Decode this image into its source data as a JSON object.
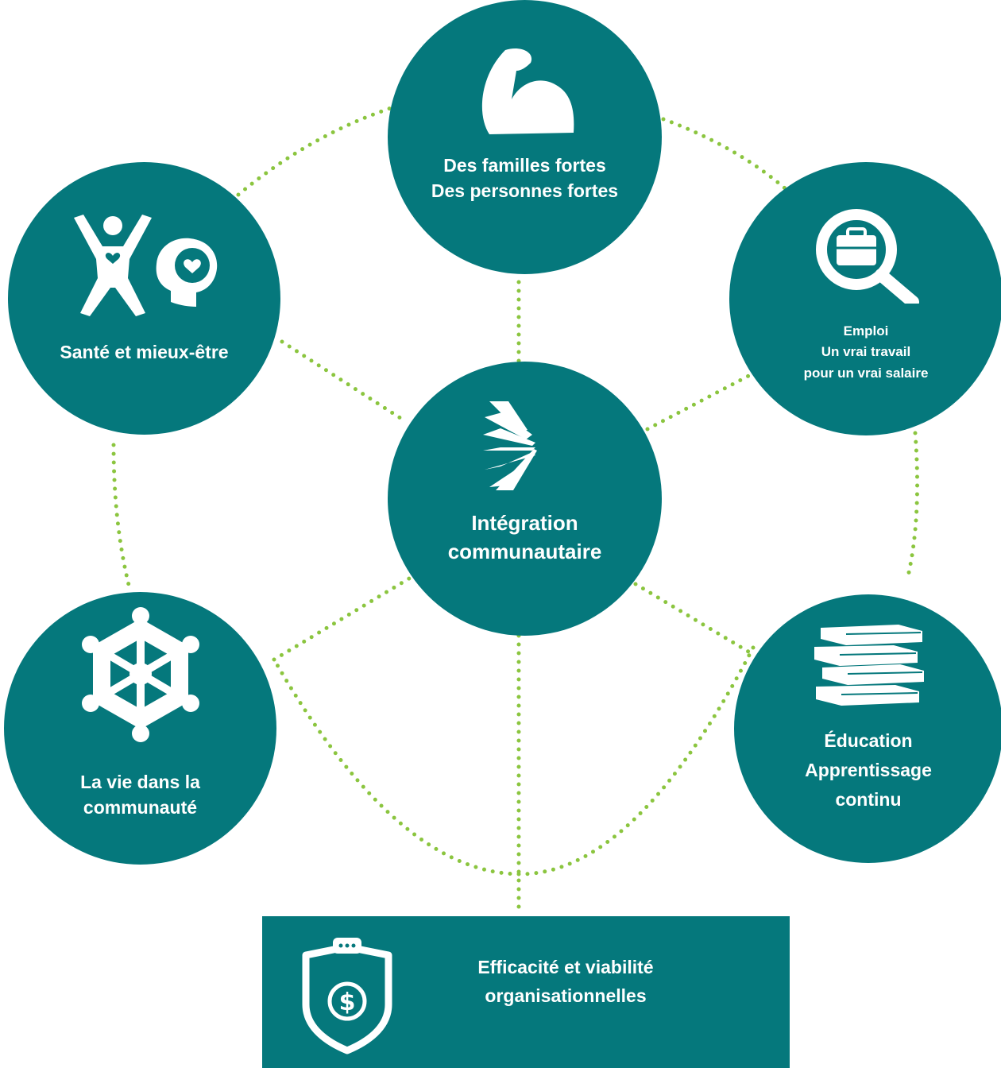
{
  "colors": {
    "node_fill": "#05787c",
    "connector": "#8bc53f",
    "icon": "#ffffff",
    "text": "#ffffff"
  },
  "diagram": {
    "center": {
      "icon": "segmented-chevron-icon",
      "lines": [
        "Intégration",
        "communautaire"
      ]
    },
    "nodes": {
      "top": {
        "icon": "flexed-arm-icon",
        "lines": [
          "Des familles fortes",
          "Des personnes fortes"
        ]
      },
      "top_left": {
        "icon": "body-and-mind-icon",
        "lines": [
          "Santé et mieux-être"
        ]
      },
      "top_right": {
        "icon": "briefcase-magnifier-icon",
        "lines": [
          "Emploi",
          "Un vrai travail",
          "pour un vrai salaire"
        ]
      },
      "bottom_left": {
        "icon": "community-wheel-icon",
        "lines": [
          "La vie dans la",
          "communauté"
        ]
      },
      "bottom_right": {
        "icon": "stacked-books-icon",
        "lines": [
          "Éducation",
          "Apprentissage",
          "continu"
        ]
      }
    },
    "bottom_box": {
      "icon": "shield-dollar-icon",
      "lines": [
        "Efficacité et viabilité",
        "organisationnelles"
      ]
    }
  }
}
